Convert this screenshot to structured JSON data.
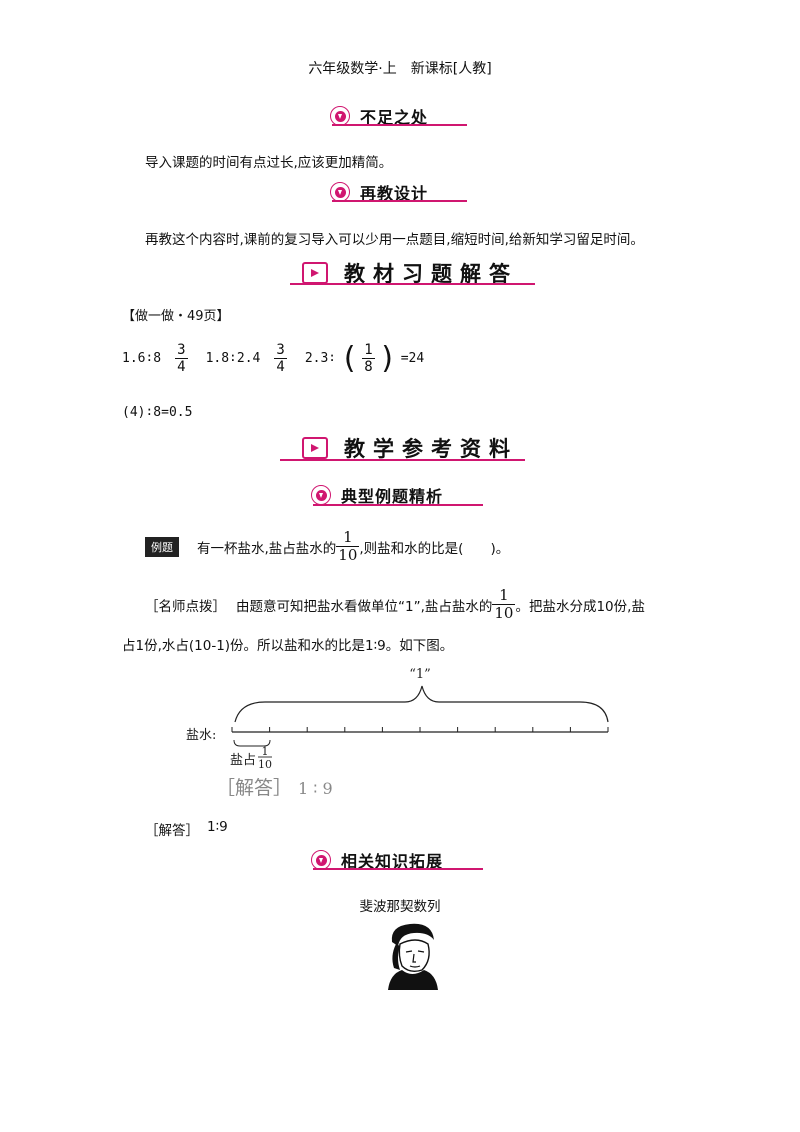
{
  "header": "六年级数学·上　新课标[人教]",
  "sections": {
    "shortcomings": "不足之处",
    "redesign": "再教设计",
    "exercise_answers": "教材习题解答",
    "references": "教学参考资料",
    "typical_examples": "典型例题精析",
    "related_knowledge": "相关知识拓展"
  },
  "shortcomings_text": "导入课题的时间有点过长,应该更加精简。",
  "redesign_text": "再教这个内容时,课前的复习导入可以少用一点题目,缩短时间,给新知学习留足时间。",
  "exercise": {
    "label": "【做一做・49页】",
    "item1_prefix": "1.6∶8",
    "item1_num": "3",
    "item1_den": "4",
    "item2_prefix": "1.8∶2.4",
    "item2_num": "3",
    "item2_den": "4",
    "item3_prefix": "2.3∶",
    "item3_num": "1",
    "item3_den": "8",
    "item3_suffix": "=24",
    "item4": "(4)∶8=0.5"
  },
  "example": {
    "badge": "例题",
    "question_a": "有一杯盐水,盐占盐水的",
    "q_num": "1",
    "q_den": "10",
    "question_b": ",则盐和水的比是(　　)。",
    "tip_label": "［名师点拨］",
    "tip_a": "由题意可知把盐水看做单位“1”,盐占盐水的",
    "t_num": "1",
    "t_den": "10",
    "tip_b": "。把盐水分成10份,盐",
    "tip_c": "占1份,水占(10-1)份。所以盐和水的比是1∶9。如下图。",
    "answer_label": "［解答］",
    "answer_value": "1∶9"
  },
  "diagram": {
    "unit_label": "“1”",
    "row_label": "盐水:",
    "part_label": "盐占",
    "part_num": "1",
    "part_den": "10",
    "inner_answer_label": "［解答］",
    "inner_answer_value": "1 ∶ 9",
    "tick_count": 10
  },
  "knowledge_title": "斐波那契数列",
  "colors": {
    "accent": "#d01670"
  }
}
